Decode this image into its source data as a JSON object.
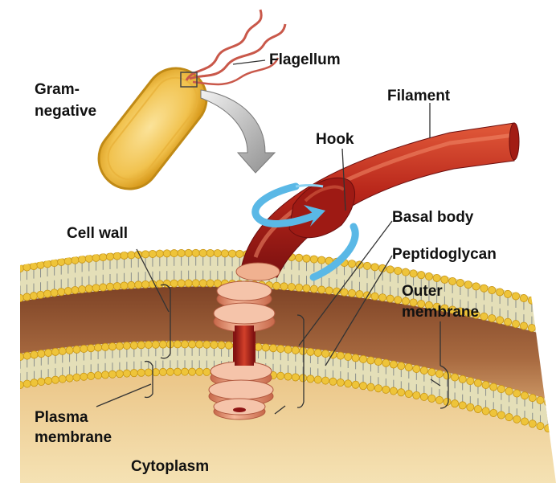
{
  "labels": {
    "gram_negative_line1": "Gram-",
    "gram_negative_line2": "negative",
    "flagellum": "Flagellum",
    "filament": "Filament",
    "hook": "Hook",
    "basal_body": "Basal body",
    "cell_wall": "Cell wall",
    "peptidoglycan": "Peptidoglycan",
    "outer_membrane_line1": "Outer",
    "outer_membrane_line2": "membrane",
    "plasma_membrane_line1": "Plasma",
    "plasma_membrane_line2": "membrane",
    "cytoplasm": "Cytoplasm"
  },
  "colors": {
    "bacterium_outer": "#d49a1c",
    "bacterium_inner": "#f4cc5a",
    "flagellum_wavy": "#c9584a",
    "filament_dark": "#8e1414",
    "filament_light": "#d8452c",
    "peptidoglycan": "#9a5a36",
    "periplasm_inner": "#e2b27a",
    "cytoplasm": "#f1d9a3",
    "lipid_head": "#eec43a",
    "lipid_head_dark": "#c99412",
    "lipid_tail": "#8a8f8c",
    "ring": "#e9a07f",
    "ring_dark": "#c0674d",
    "rotation_arrow": "#5ab8e6",
    "magnify_arrow": "#8a8a8a"
  }
}
